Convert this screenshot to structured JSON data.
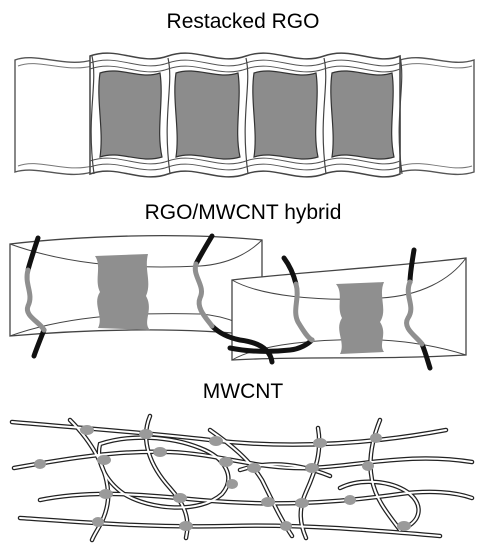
{
  "panels": [
    {
      "title": "Restacked RGO"
    },
    {
      "title": "RGO/MWCNT hybrid"
    },
    {
      "title": "MWCNT"
    }
  ],
  "colors": {
    "background": "#ffffff",
    "sheet_fill": "#ffffff",
    "sheet_stroke": "#555555",
    "stacked_fill": "#8c8c8c",
    "cnt_dark": "#111111",
    "cnt_gray": "#8f8f8f",
    "junction_dot": "#9a9a9a"
  }
}
